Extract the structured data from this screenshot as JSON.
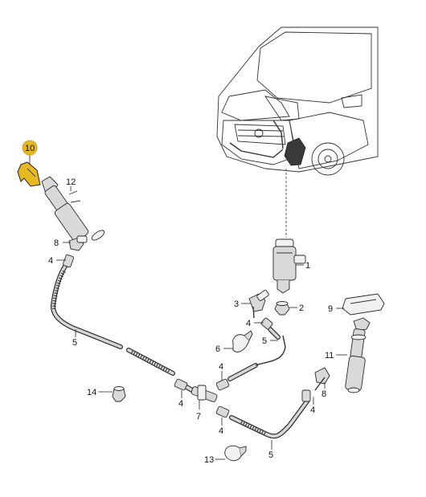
{
  "diagram": {
    "callouts": [
      {
        "id": "c1",
        "text": "1"
      },
      {
        "id": "c2",
        "text": "2"
      },
      {
        "id": "c3",
        "text": "3"
      },
      {
        "id": "c4a",
        "text": "4"
      },
      {
        "id": "c4b",
        "text": "4"
      },
      {
        "id": "c4c",
        "text": "4"
      },
      {
        "id": "c4d",
        "text": "4"
      },
      {
        "id": "c4e",
        "text": "4"
      },
      {
        "id": "c4f",
        "text": "4"
      },
      {
        "id": "c5a",
        "text": "5"
      },
      {
        "id": "c5b",
        "text": "5"
      },
      {
        "id": "c5c",
        "text": "5"
      },
      {
        "id": "c6",
        "text": "6"
      },
      {
        "id": "c7",
        "text": "7"
      },
      {
        "id": "c8a",
        "text": "8"
      },
      {
        "id": "c8b",
        "text": "8"
      },
      {
        "id": "c9",
        "text": "9"
      },
      {
        "id": "c10",
        "text": "10"
      },
      {
        "id": "c11",
        "text": "11"
      },
      {
        "id": "c12",
        "text": "12"
      },
      {
        "id": "c13",
        "text": "13"
      },
      {
        "id": "c14",
        "text": "14"
      }
    ],
    "highlight_color": "#e8b820"
  }
}
